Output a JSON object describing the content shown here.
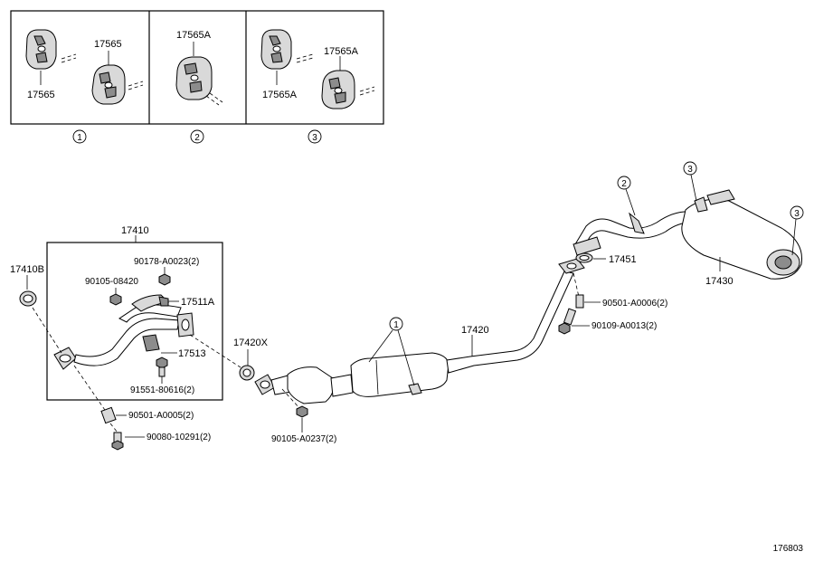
{
  "diagram_id": "176803",
  "inset": {
    "panels": [
      {
        "callout": "1",
        "labels": [
          "17565",
          "17565"
        ]
      },
      {
        "callout": "2",
        "labels": [
          "17565A"
        ]
      },
      {
        "callout": "3",
        "labels": [
          "17565A",
          "17565A"
        ]
      }
    ]
  },
  "parts": {
    "p17410": "17410",
    "p17410B": "17410B",
    "p90178": "90178-A0023(2)",
    "p90105_08420": "90105-08420",
    "p17511A": "17511A",
    "p17513": "17513",
    "p91551": "91551-80616(2)",
    "p90501_5": "90501-A0005(2)",
    "p90080": "90080-10291(2)",
    "p17420X": "17420X",
    "p90105_A0237": "90105-A0237(2)",
    "p17420": "17420",
    "p17451": "17451",
    "p90501_6": "90501-A0006(2)",
    "p90109": "90109-A0013(2)",
    "p17430": "17430"
  },
  "callouts": {
    "c_cat": "1",
    "c_pipe": "2",
    "c_muffler_top": "3",
    "c_muffler_right": "3"
  }
}
